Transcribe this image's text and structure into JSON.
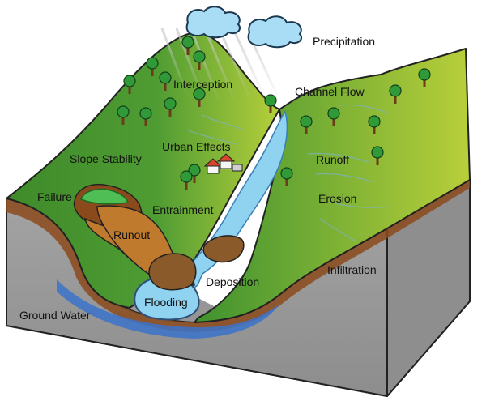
{
  "diagram": {
    "labels": {
      "precipitation": "Precipitation",
      "interception": "Interception",
      "channel_flow": "Channel Flow",
      "slope_stability": "Slope Stability",
      "urban_effects": "Urban Effects",
      "runoff": "Runoff",
      "failure": "Failure",
      "entrainment": "Entrainment",
      "erosion": "Erosion",
      "runout": "Runout",
      "infiltration": "Infiltration",
      "deposition": "Deposition",
      "flooding": "Flooding",
      "ground_water": "Ground Water"
    },
    "colors": {
      "grass_dark": "#3f8a2a",
      "grass_mid": "#5aa83a",
      "grass_light": "#b6cf3a",
      "river": "#8fd3f0",
      "river_edge": "#3a7fb5",
      "ground_water": "#3b73c9",
      "rock": "#9a9a9a",
      "soil": "#8b4a1c",
      "debris": "#c07a2e",
      "cloud": "#a9ddf5",
      "tree_trunk": "#6b3b1a",
      "tree_leaf": "#2f9a37"
    }
  }
}
